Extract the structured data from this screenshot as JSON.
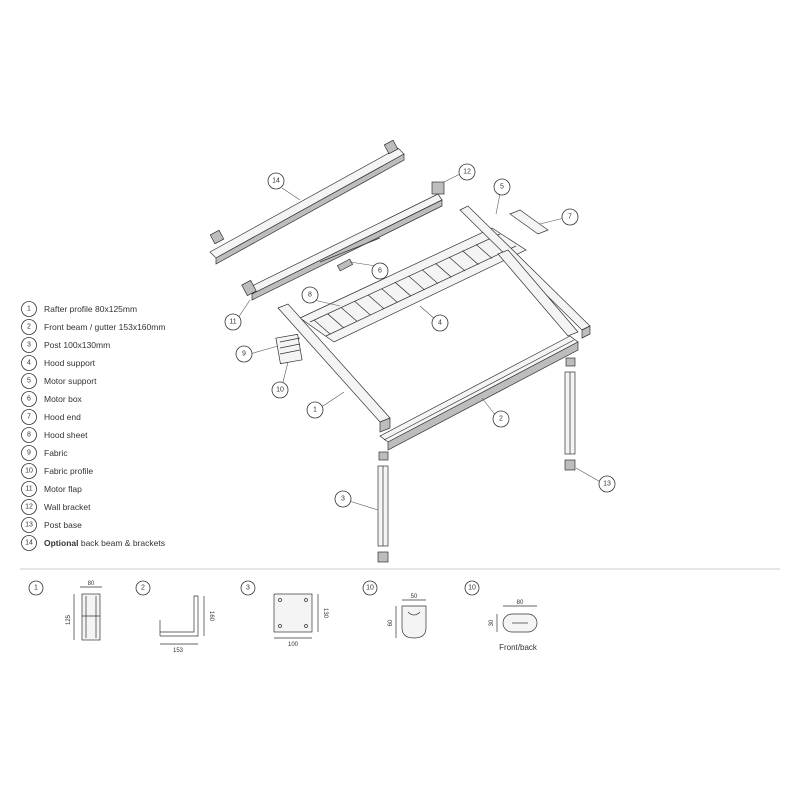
{
  "legend": [
    {
      "num": "1",
      "label": "Rafter profile 80x125mm"
    },
    {
      "num": "2",
      "label": "Front beam / gutter 153x160mm"
    },
    {
      "num": "3",
      "label": "Post 100x130mm"
    },
    {
      "num": "4",
      "label": "Hood support"
    },
    {
      "num": "5",
      "label": "Motor support"
    },
    {
      "num": "6",
      "label": "Motor box"
    },
    {
      "num": "7",
      "label": "Hood end"
    },
    {
      "num": "8",
      "label": "Hood sheet"
    },
    {
      "num": "9",
      "label": "Fabric"
    },
    {
      "num": "10",
      "label": "Fabric profile"
    },
    {
      "num": "11",
      "label": "Motor flap"
    },
    {
      "num": "12",
      "label": "Wall bracket"
    },
    {
      "num": "13",
      "label": "Post base"
    },
    {
      "num": "14",
      "label_bold": "Optional",
      "label": " back beam & brackets"
    }
  ],
  "callouts": {
    "c1": "1",
    "c2": "2",
    "c3": "3",
    "c4": "4",
    "c5": "5",
    "c6": "6",
    "c7": "7",
    "c8": "8",
    "c9": "9",
    "c10": "10",
    "c11": "11",
    "c12": "12",
    "c13": "13",
    "c14": "14"
  },
  "sections": [
    {
      "num": "1",
      "dims": [
        "80",
        "125"
      ]
    },
    {
      "num": "2",
      "dims": [
        "160",
        "153"
      ]
    },
    {
      "num": "3",
      "dims": [
        "130",
        "100"
      ]
    },
    {
      "num": "10",
      "dims": [
        "50",
        "60"
      ]
    },
    {
      "num": "10",
      "dims": [
        "80",
        "30"
      ],
      "caption": "Front/back"
    }
  ]
}
